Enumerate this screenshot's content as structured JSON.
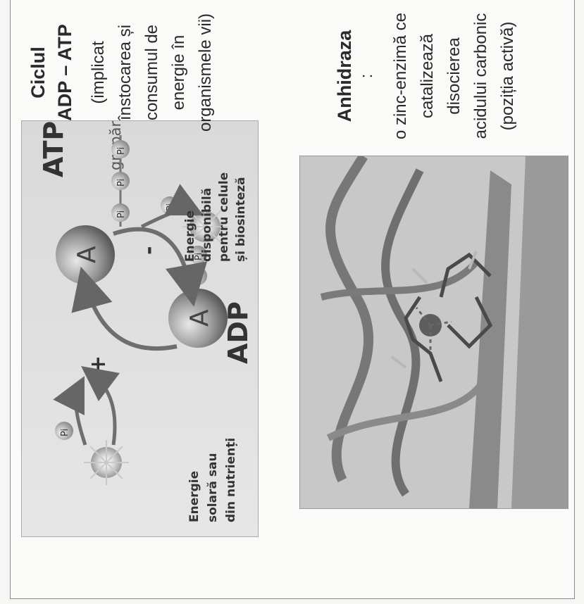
{
  "atp_cycle": {
    "atp_label": "ATP",
    "adp_label": "ADP",
    "adenosine_letter": "A",
    "phosphate_group_label": "grupări fosfat",
    "pi_label": "Pi",
    "plus_sign": "+",
    "minus_sign": "-",
    "energy_in_lines": [
      "Energie",
      "solară sau",
      "din nutrienți"
    ],
    "energy_out_lines": [
      "Energie",
      "disponibilă",
      "pentru celule",
      "și biosinteză"
    ]
  },
  "cycle_text": {
    "title_line1": "Ciclul",
    "title_line2": "ADP – ATP",
    "desc_lines": [
      "(implicat",
      "înstocarea și",
      "consumul de",
      "energie în",
      "organismele vii)"
    ]
  },
  "enzyme_text": {
    "title": "Anhidraza",
    "colon": ":",
    "desc_lines": [
      "o zinc-enzimă ce",
      "catalizează",
      "disocierea",
      "acidului carbonic",
      "(poziția activă)"
    ]
  },
  "colors": {
    "sphere": "#8c8c8c",
    "arrow": "#6e6e6e",
    "text_dark": "#2a2a2a"
  }
}
